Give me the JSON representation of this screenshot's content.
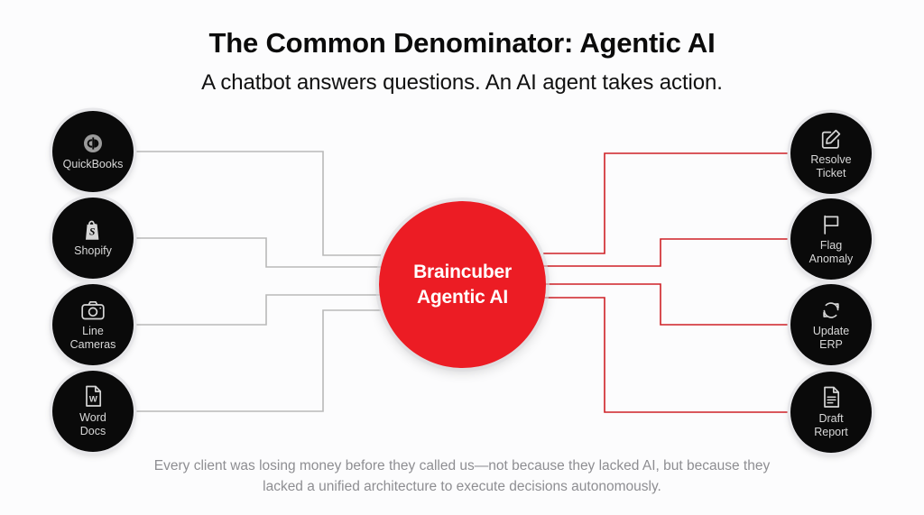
{
  "header": {
    "title": "The Common Denominator: Agentic AI",
    "subtitle": "A chatbot answers questions. An AI agent takes action."
  },
  "hub": {
    "line1": "Braincuber",
    "line2": "Agentic AI",
    "color": "#ec1c24"
  },
  "inputs": [
    {
      "label": "QuickBooks",
      "icon": "quickbooks-icon"
    },
    {
      "label": "Shopify",
      "icon": "shopify-bag-icon"
    },
    {
      "label": "Line\nCameras",
      "icon": "camera-icon"
    },
    {
      "label": "Word\nDocs",
      "icon": "word-document-icon"
    }
  ],
  "outputs": [
    {
      "label": "Resolve\nTicket",
      "icon": "edit-square-icon"
    },
    {
      "label": "Flag\nAnomaly",
      "icon": "flag-icon"
    },
    {
      "label": "Update\nERP",
      "icon": "sync-refresh-icon"
    },
    {
      "label": "Draft\nReport",
      "icon": "document-lines-icon"
    }
  ],
  "connectors": {
    "input_color": "#b9b9b9",
    "output_color": "#cf2026"
  },
  "footer": {
    "text": "Every client was losing money before they called us—not because they lacked AI, but because they lacked a unified architecture to execute decisions autonomously."
  }
}
